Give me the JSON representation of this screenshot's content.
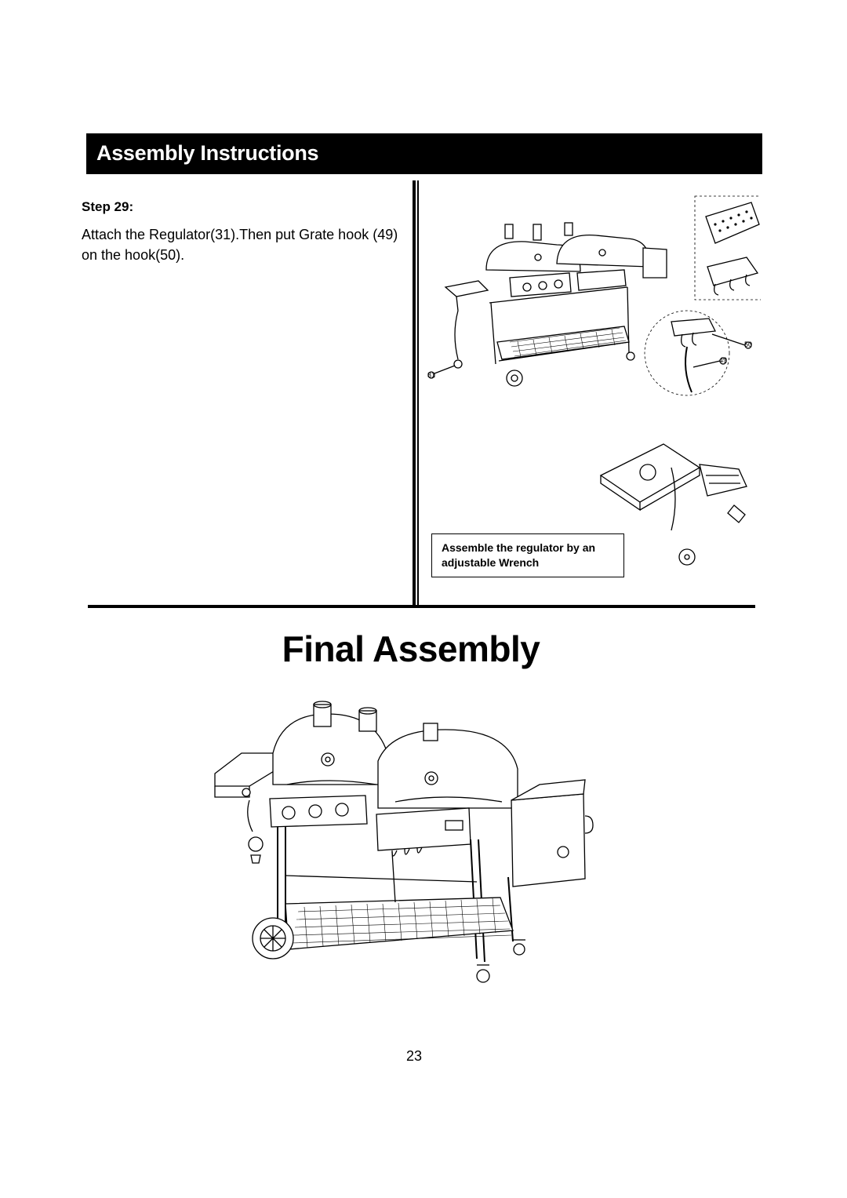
{
  "header": {
    "title": "Assembly Instructions"
  },
  "step": {
    "label": "Step 29:",
    "text": "Attach the Regulator(31).Then put Grate hook (49) on the hook(50)."
  },
  "figure_callouts": {
    "part_31": "31",
    "part_49": "49",
    "part_50": "50"
  },
  "callout": {
    "text": "Assemble the regulator by an adjustable Wrench"
  },
  "final": {
    "title": "Final Assembly"
  },
  "page": {
    "number": "23"
  }
}
